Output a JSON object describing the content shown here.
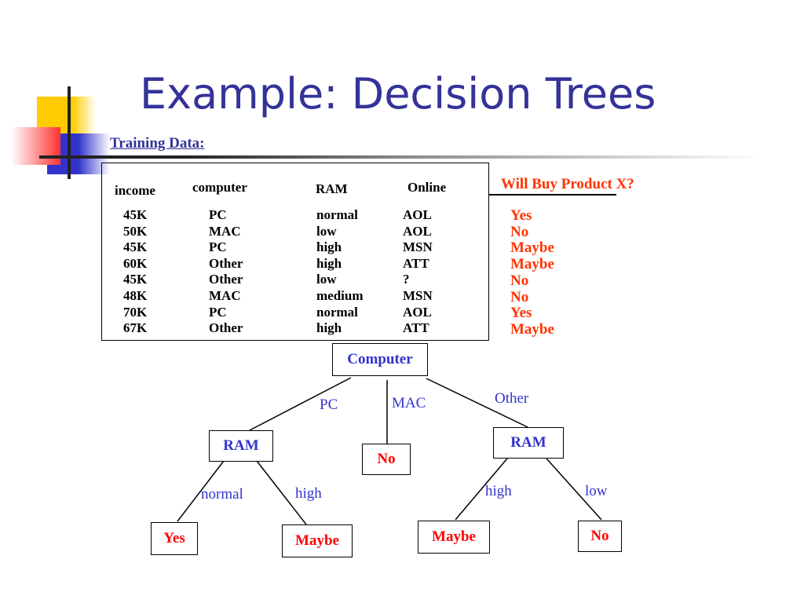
{
  "title": "Example: Decision Trees",
  "subtitle": "Training Data:",
  "table": {
    "headers": [
      "income",
      "computer",
      "RAM",
      "Online"
    ],
    "columns": [
      [
        "45K",
        "50K",
        "45K",
        "60K",
        "45K",
        "48K",
        "70K",
        "67K"
      ],
      [
        "PC",
        "MAC",
        "PC",
        "Other",
        "Other",
        "MAC",
        "PC",
        "Other"
      ],
      [
        "normal",
        "low",
        "high",
        "high",
        "low",
        "medium",
        "normal",
        "high"
      ],
      [
        "AOL",
        "AOL",
        "MSN",
        "ATT",
        "?",
        "MSN",
        "AOL",
        "ATT"
      ]
    ]
  },
  "target": {
    "label": "Will Buy Product X?",
    "values": [
      "Yes",
      "No",
      "Maybe",
      "Maybe",
      "No",
      "No",
      "Yes",
      "Maybe"
    ]
  },
  "tree": {
    "root": "Computer",
    "edges": {
      "pc": "PC",
      "mac": "MAC",
      "other": "Other",
      "normal": "normal",
      "high_left": "high",
      "high_right": "high",
      "low": "low"
    },
    "nodes": {
      "ram_left": "RAM",
      "no_mac": "No",
      "ram_right": "RAM",
      "yes": "Yes",
      "maybe_left": "Maybe",
      "maybe_right": "Maybe",
      "no_right": "No"
    }
  }
}
